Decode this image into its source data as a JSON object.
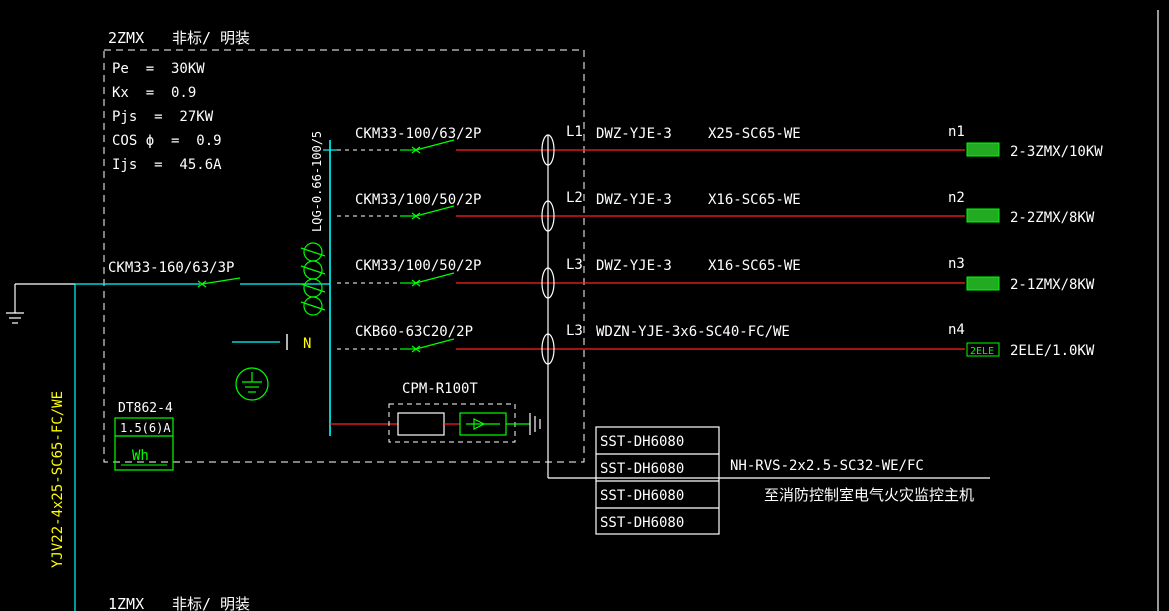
{
  "panel": {
    "id": "2ZMX",
    "desc": "非标/ 明装",
    "params": {
      "pe": "Pe  =  30KW",
      "kx": "Kx  =  0.9",
      "pjs": "Pjs  =  27KW",
      "cos": "COS ϕ  =  0.9",
      "ijs": "Ijs  =  45.6A"
    }
  },
  "next_panel": {
    "id": "1ZMX",
    "desc": "非标/ 明装"
  },
  "incoming": {
    "breaker": "CKM33-160/63/3P",
    "cable": "YJV22-4x25-SC65-FC/WE"
  },
  "current_transformer": "LQG-0.66-100/5",
  "neutral_label": "N",
  "meter": {
    "type": "DT862-4",
    "rating": "1.5(6)A",
    "unit": "Wh"
  },
  "spd": "CPM-R100T",
  "circuits": [
    {
      "breaker": "CKM33-100/63/2P",
      "phase": "L1",
      "cable": "DWZ-YJE-3",
      "conduit": "X25-SC65-WE",
      "node": "n1",
      "load": "2-3ZMX/10KW",
      "load_tag": ""
    },
    {
      "breaker": "CKM33/100/50/2P",
      "phase": "L2",
      "cable": "DWZ-YJE-3",
      "conduit": "X16-SC65-WE",
      "node": "n2",
      "load": "2-2ZMX/8KW",
      "load_tag": ""
    },
    {
      "breaker": "CKM33/100/50/2P",
      "phase": "L3",
      "cable": "DWZ-YJE-3",
      "conduit": "X16-SC65-WE",
      "node": "n3",
      "load": "2-1ZMX/8KW",
      "load_tag": ""
    },
    {
      "breaker": "CKB60-63C20/2P",
      "phase": "L3",
      "cable": "WDZN-YJE-3x6-SC40-FC/WE",
      "conduit": "",
      "node": "n4",
      "load": "2ELE/1.0KW",
      "load_tag": "2ELE"
    }
  ],
  "monitor": {
    "modules": [
      "SST-DH6080",
      "SST-DH6080",
      "SST-DH6080",
      "SST-DH6080"
    ],
    "cable": "NH-RVS-2x2.5-SC32-WE/FC",
    "destination": "至消防控制室电气火灾监控主机"
  },
  "colors": {
    "white": "#ffffff",
    "green": "#00ff00",
    "red": "#ff2020",
    "cyan": "#00ffff",
    "yellow": "#ffff00",
    "hatch": "#22aa22"
  }
}
